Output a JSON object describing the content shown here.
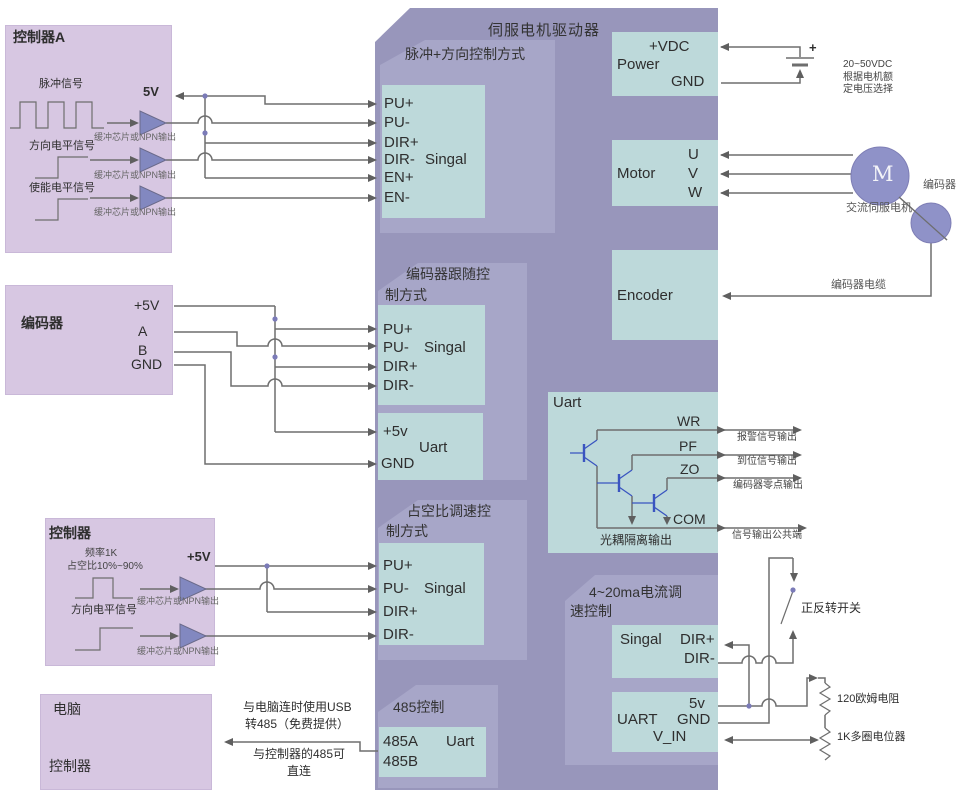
{
  "app": {
    "title": "伺服电机驱动器"
  },
  "colors": {
    "main_panel": "#9896bb",
    "sub_panel": "#a7a6c8",
    "signal_box": "#bdd9da",
    "source_box": "#d7c7e2",
    "wire": "#6e6e6e",
    "transistor": "#3a55c0",
    "junction_dot": "#7b7bb8",
    "motor_circle": "#8f92c8",
    "buffer_triangle": "#8288c0"
  },
  "controller_a": {
    "title": "控制器A",
    "supply_label": "5V",
    "pulse_label": "脉冲信号",
    "dir_label": "方向电平信号",
    "en_label": "使能电平信号",
    "buffer_note": "缓冲芯片或NPN输出"
  },
  "encoder_source": {
    "title": "编码器",
    "pins": [
      "+5V",
      "A",
      "B",
      "GND"
    ]
  },
  "controller_b": {
    "title": "控制器",
    "freq_label": "频率1K",
    "duty_label": "占空比10%~90%",
    "dir_label": "方向电平信号",
    "supply_label": "+5V",
    "buffer_note": "缓冲芯片或NPN输出"
  },
  "pc_box": {
    "title": "电脑",
    "subtitle": "控制器"
  },
  "usb_note": {
    "line1": "与电脑连时使用USB",
    "line2": "转485（免费提供）",
    "line3": "与控制器的485可",
    "line4": "直连"
  },
  "modes": {
    "pulse_dir": {
      "title": "脉冲+方向控制方式",
      "tag": "Singal",
      "pins": [
        "PU+",
        "PU-",
        "DIR+",
        "DIR-",
        "EN+",
        "EN-"
      ]
    },
    "encoder_follow": {
      "title_line1": "编码器跟随控",
      "title_line2": "制方式",
      "tag": "Singal",
      "pins": [
        "PU+",
        "PU-",
        "DIR+",
        "DIR-"
      ],
      "uart_tag": "Uart",
      "uart_pins": [
        "+5v",
        "GND"
      ]
    },
    "duty_cycle": {
      "title_line1": "占空比调速控",
      "title_line2": "制方式",
      "tag": "Singal",
      "pins": [
        "PU+",
        "PU-",
        "DIR+",
        "DIR-"
      ]
    },
    "rs485": {
      "title": "485控制",
      "tag": "Uart",
      "pins": [
        "485A",
        "485B"
      ]
    }
  },
  "power": {
    "tag": "Power",
    "pin_vdc": "+VDC",
    "pin_gnd": "GND",
    "battery_plus": "+",
    "note_line1": "20~50VDC",
    "note_line2": "根据电机额",
    "note_line3": "定电压选择"
  },
  "motor": {
    "tag": "Motor",
    "pins": [
      "U",
      "V",
      "W"
    ],
    "symbol": "M",
    "ac_motor_label": "交流伺服电机",
    "encoder_label": "编码器",
    "cable_label": "编码器电缆"
  },
  "encoder_port": {
    "tag": "Encoder"
  },
  "uart_outputs": {
    "tag": "Uart",
    "iso_label": "光耦隔离输出",
    "rows": [
      {
        "pin": "WR",
        "desc": "报警信号输出"
      },
      {
        "pin": "PF",
        "desc": "到位信号输出"
      },
      {
        "pin": "ZO",
        "desc": "编码器零点输出"
      },
      {
        "pin": "COM",
        "desc": "信号输出公共端"
      }
    ]
  },
  "current_mode": {
    "title_line1": "4~20ma电流调",
    "title_line2": "速控制",
    "signal_tag": "Singal",
    "dir_plus": "DIR+",
    "dir_minus": "DIR-",
    "uart_tag": "UART",
    "pin_5v": "5v",
    "pin_gnd": "GND",
    "pin_vin": "V_IN",
    "switch_label": "正反转开关",
    "resistor_label": "120欧姆电阻",
    "pot_label": "1K多圈电位器"
  }
}
